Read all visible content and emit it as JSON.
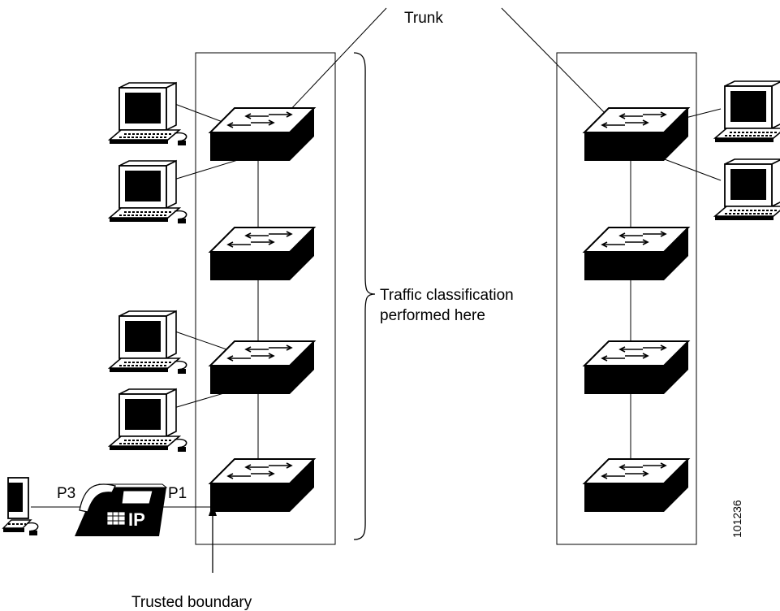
{
  "labels": {
    "trunk": "Trunk",
    "classification_line1": "Traffic classification",
    "classification_line2": "performed here",
    "trusted_boundary": "Trusted boundary",
    "port_p3": "P3",
    "port_p1": "P1",
    "phone_ip": "IP",
    "figure_id": "101236"
  },
  "icons": {
    "switch": "switch-icon",
    "workstation": "workstation-icon",
    "ip_phone": "ip-phone-icon"
  },
  "colors": {
    "ink": "#000000",
    "background": "#ffffff"
  }
}
